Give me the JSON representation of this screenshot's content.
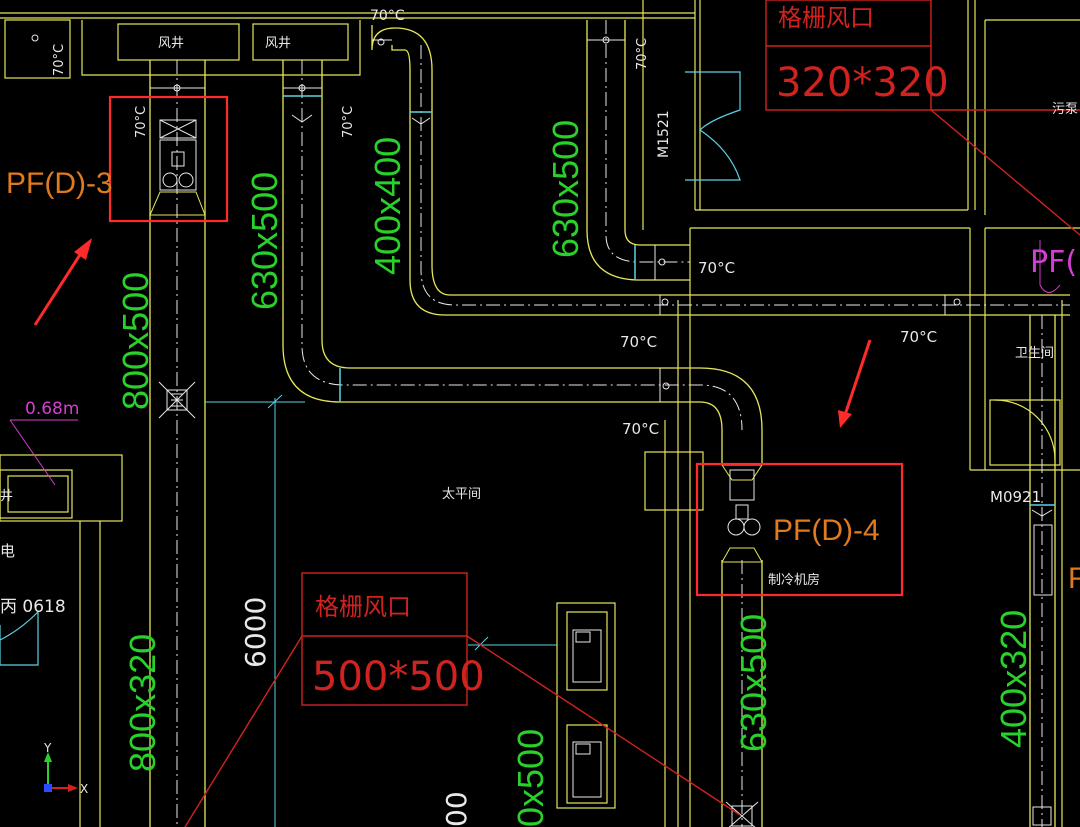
{
  "drawing": {
    "temps": {
      "t1": "70°C",
      "t2": "70°C",
      "t3": "70°C",
      "t4": "70°C",
      "t5": "70°C",
      "t6": "70°C",
      "t7": "70°C",
      "t8": "70°C",
      "t9": "70°C"
    },
    "shafts": {
      "left": "风井",
      "right": "风井",
      "partial": "井"
    },
    "ducts": {
      "d630x500_a": "630x500",
      "d400x400": "400x400",
      "d630x500_b": "630x500",
      "d800x500": "800x500",
      "d800x320": "800x320",
      "d630x500_c": "630x500",
      "d400x320": "400x320",
      "d_x500": "0x500",
      "d_00": "00"
    },
    "equipment": {
      "pf3": "PF(D)-3",
      "pf4": "PF(D)-4",
      "pf_partial": "PF(",
      "f_partial": "F"
    },
    "grilles": {
      "g1_title": "格栅风口",
      "g1_size": "320*320",
      "g2_title": "格栅风口",
      "g2_size": "500*500"
    },
    "rooms": {
      "pump": "污泵",
      "tai": "太平间",
      "chiller": "制冷机房",
      "toilet": "卫生间",
      "elec": "电",
      "bing": "丙 0618"
    },
    "doors": {
      "m1521": "M1521",
      "m0921": "M0921"
    },
    "dims": {
      "d6000": "6000",
      "d068": "0.68m"
    },
    "axis": {
      "y": "Y",
      "x": "X"
    },
    "colors": {
      "green": "#29d12a",
      "yellow": "#e6e65a",
      "white": "#e8e8e8",
      "red": "#d0231f",
      "orange": "#e07a1f",
      "magenta": "#d23fd2",
      "cyan": "#5ad2e6"
    }
  }
}
